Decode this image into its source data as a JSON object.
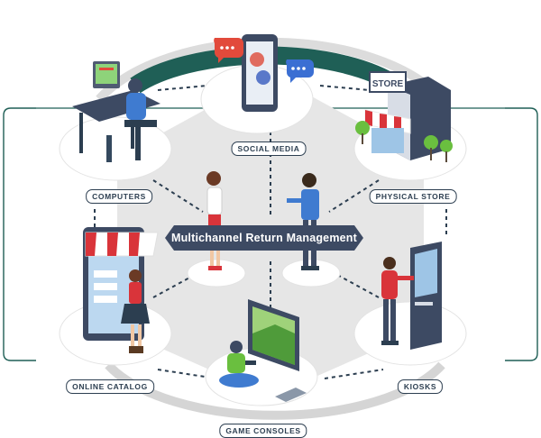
{
  "diagram": {
    "center_label": "Multichannel Return Management",
    "channels": [
      {
        "id": "social-media",
        "label": "SOCIAL MEDIA"
      },
      {
        "id": "computers",
        "label": "COMPUTERS"
      },
      {
        "id": "physical-store",
        "label": "PHYSICAL STORE"
      },
      {
        "id": "online-catalog",
        "label": "ONLINE CATALOG"
      },
      {
        "id": "kiosks",
        "label": "KIOSKS"
      },
      {
        "id": "game-consoles",
        "label": "GAME CONSOLES"
      }
    ],
    "store_sign": "STORE",
    "colors": {
      "accent_teal": "#1f5f56",
      "dark_navy": "#2c3e50",
      "banner": "#3d4a63",
      "awning_red": "#d9343a",
      "hexagon": "#e6e6e6",
      "arc_gray": "#d5d5d5"
    }
  }
}
